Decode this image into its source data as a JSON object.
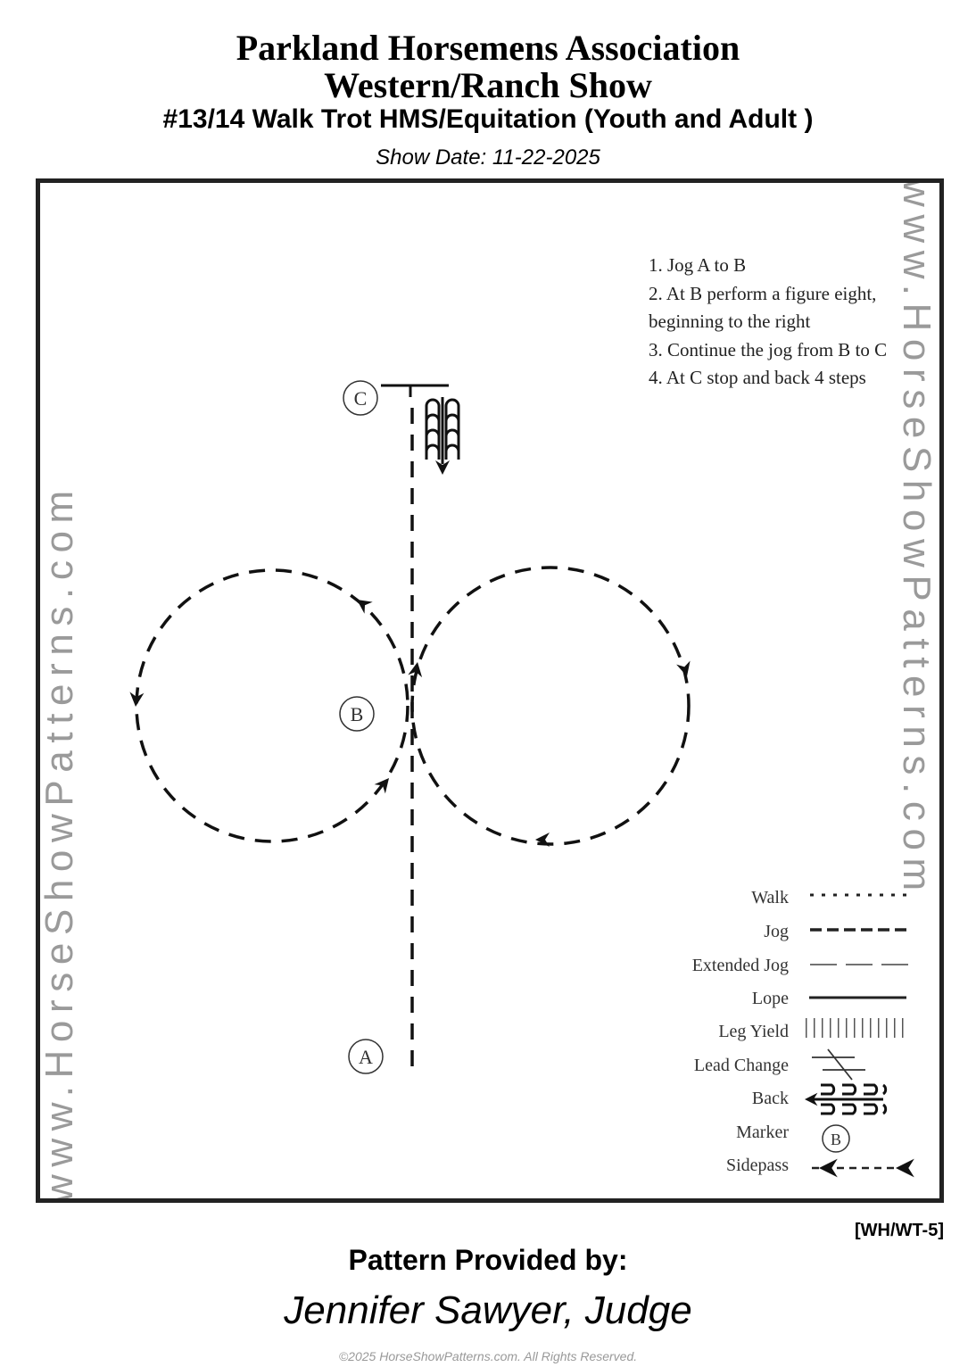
{
  "header": {
    "association": "Parkland Horsemens Association",
    "show": "Western/Ranch Show",
    "class_title": "#13/14 Walk Trot HMS/Equitation  (Youth and Adult )",
    "show_date": "Show Date: 11-22-2025"
  },
  "watermark": "www.HorseShowPatterns.com",
  "instructions": [
    "1. Jog A to B",
    "2. At B perform a figure eight, beginning to the right",
    "3. Continue the jog from B to C",
    "4. At C stop and back 4 steps"
  ],
  "markers": {
    "a": "A",
    "b": "B",
    "c": "C"
  },
  "legend": [
    {
      "label": "Walk",
      "icon": "dotted-line"
    },
    {
      "label": "Jog",
      "icon": "dashed-line"
    },
    {
      "label": "Extended Jog",
      "icon": "long-dashed-line"
    },
    {
      "label": "Lope",
      "icon": "solid-line"
    },
    {
      "label": "Leg Yield",
      "icon": "vertical-ticks"
    },
    {
      "label": "Lead Change",
      "icon": "lead-change-symbol"
    },
    {
      "label": "Back",
      "icon": "back-symbol"
    },
    {
      "label": "Marker",
      "icon": "marker-circle",
      "letter": "B"
    },
    {
      "label": "Sidepass",
      "icon": "sidepass-arrows"
    }
  ],
  "footer": {
    "pattern_code": "[WH/WT-5]",
    "provided_by": "Pattern Provided by:",
    "judge": "Jennifer Sawyer, Judge",
    "copyright": "©2025 HorseShowPatterns.com. All Rights Reserved."
  }
}
